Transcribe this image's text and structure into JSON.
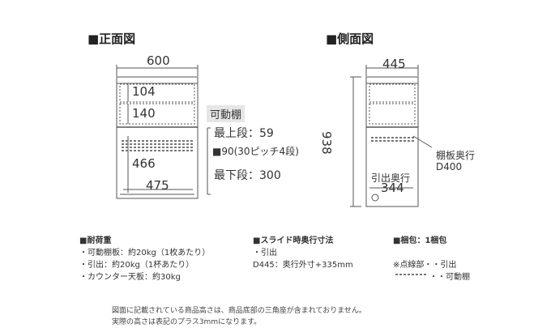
{
  "front": {
    "title": "■正面図",
    "width": "600",
    "shelf_top": "104",
    "shelf_second": "140",
    "shelf_lower": "466",
    "inner_width": "475"
  },
  "shelf_info": {
    "tag": "可動棚",
    "top": "最上段：59",
    "pitch": "■90(30ピッチ4段)",
    "bottom": "最下段：300"
  },
  "side": {
    "title": "■側面図",
    "depth": "445",
    "height": "938",
    "shelf_depth_label": "棚板奥行",
    "shelf_depth_value": "D400",
    "drawer_label": "引出奥行",
    "drawer_value": "344"
  },
  "load": {
    "title": "■耐荷重",
    "items": [
      "・可動棚板：約20kg（1枚あたり）",
      "・引出：約20kg（1杯あたり）",
      "・カウンター天板：約30kg"
    ]
  },
  "slide": {
    "title": "■スライド時奥行寸法",
    "items": [
      "・引出",
      "D445：奥行外寸+335mm"
    ]
  },
  "package": {
    "title": "■梱包：1梱包",
    "legend_dots": "※点線部・・引出",
    "legend_dashes": "・・可動棚"
  },
  "notes": [
    "図面に記載されている商品高さは、商品底部の三角座が含まれておりません。",
    "実際の高さは表記のプラス3mmになります。"
  ],
  "colors": {
    "line": "#555555",
    "dashed": "#777777",
    "shelf": "#999999"
  }
}
